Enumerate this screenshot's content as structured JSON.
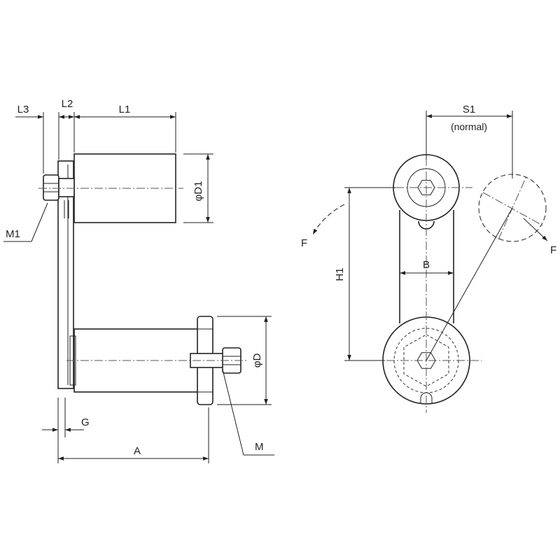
{
  "labels": {
    "L3": "L3",
    "L2": "L2",
    "L1": "L1",
    "D1": "φD1",
    "M1": "M1",
    "D": "φD",
    "G": "G",
    "A": "A",
    "M": "M",
    "S1": "S1",
    "S1_note": "(normal)",
    "H1": "H1",
    "B": "B",
    "F_left": "F",
    "F_right": "F"
  }
}
